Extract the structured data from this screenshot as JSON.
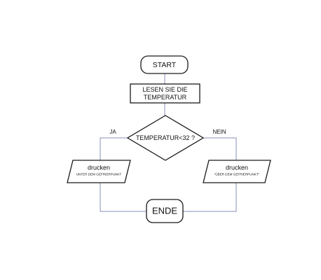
{
  "nodes": {
    "start": "START",
    "read_line1": "LESEN SIE DIE",
    "read_line2": "TEMPERATUR",
    "decision": "TEMPERATUR<32 ?",
    "print_left_title": "drucken",
    "print_left_text": "UNTER DEM GEFRIERPUNKT",
    "print_right_title": "drucken",
    "print_right_text": "“ÜBER DEM GEFRIERPUNKT”",
    "end": "ENDE"
  },
  "edges": {
    "yes": "JA",
    "no": "NEIN"
  },
  "colors": {
    "stroke": "#1a1a1a",
    "connector": "#8a8fb8",
    "background": "#ffffff"
  }
}
